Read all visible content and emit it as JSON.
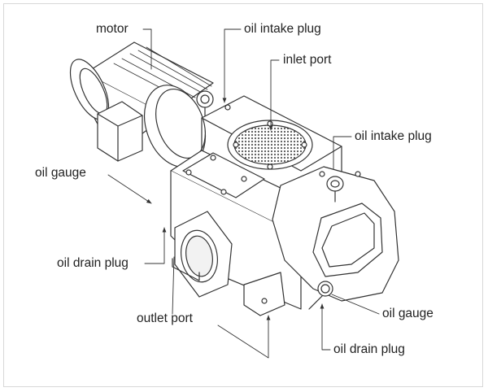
{
  "labels": {
    "motor": "motor",
    "oil_intake_plug_top": "oil intake plug",
    "inlet_port": "inlet port",
    "oil_intake_plug_right": "oil intake plug",
    "oil_gauge_left": "oil gauge",
    "oil_drain_plug_left": "oil drain plug",
    "outlet_port": "outlet port",
    "oil_gauge_right": "oil gauge",
    "oil_drain_plug_right": "oil drain plug"
  },
  "colors": {
    "line": "#333333",
    "text": "#222222",
    "frame": "#d8d8d8"
  }
}
